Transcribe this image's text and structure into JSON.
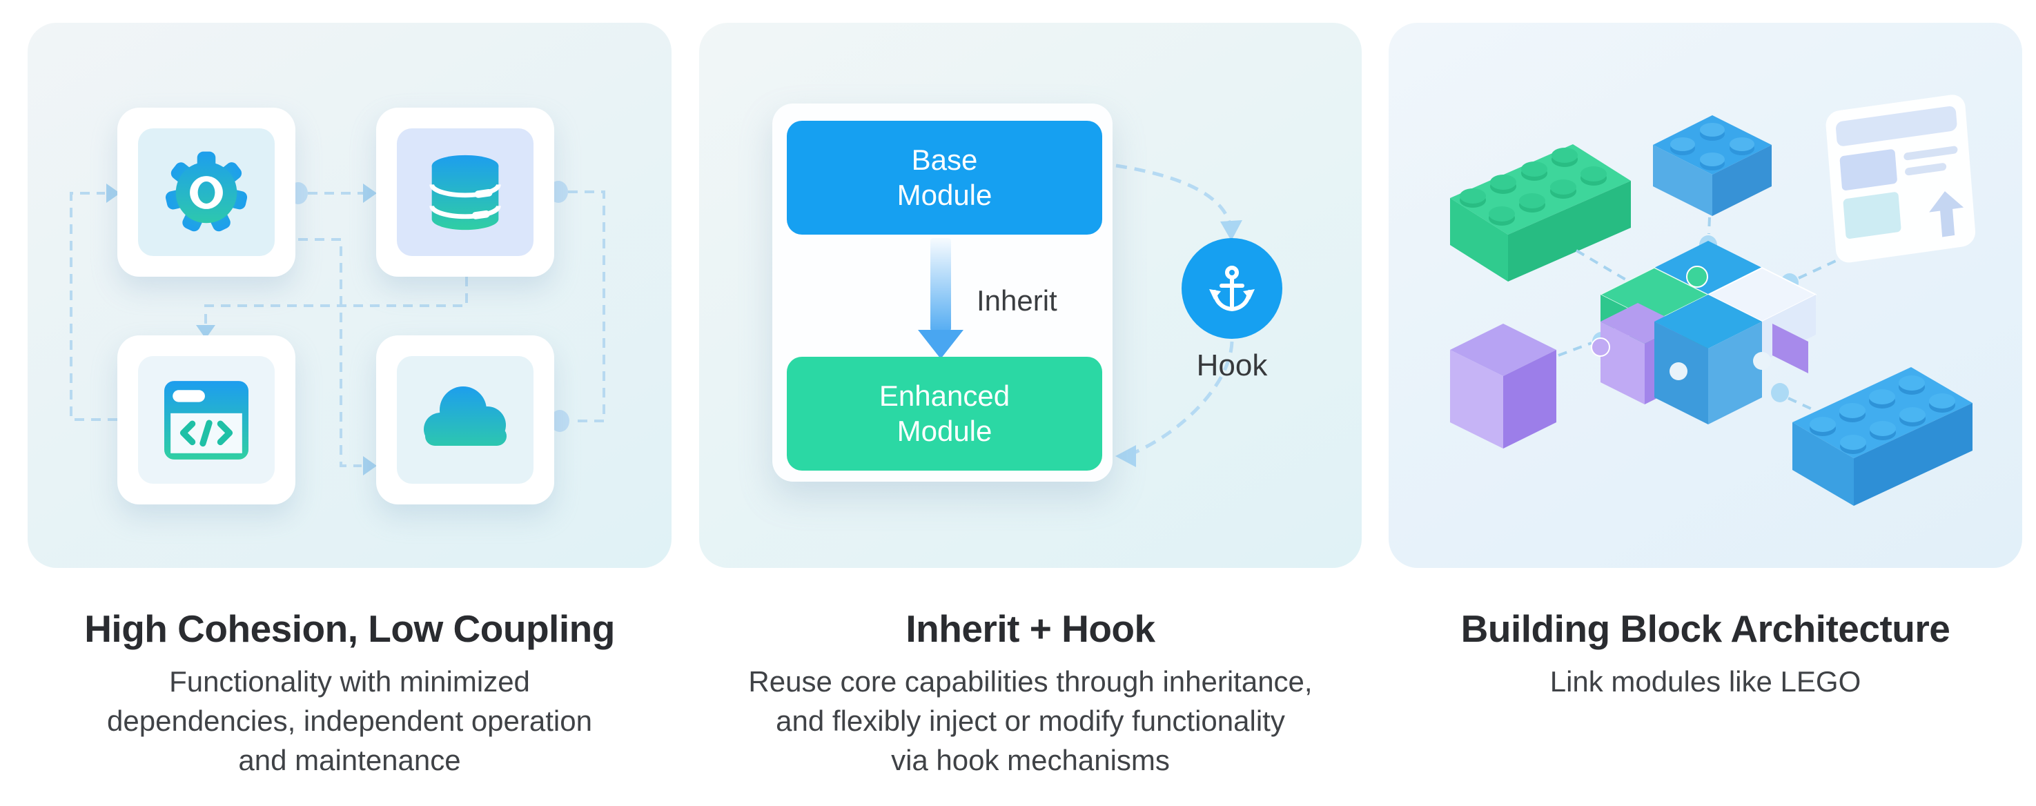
{
  "cards": [
    {
      "id": "high-cohesion",
      "title": "High Cohesion, Low Coupling",
      "description_lines": [
        "Functionality with minimized",
        "dependencies, independent operation",
        "and maintenance"
      ],
      "icons": [
        "gear-icon",
        "database-icon",
        "code-window-icon",
        "cloud-icon"
      ]
    },
    {
      "id": "inherit-hook",
      "title": "Inherit + Hook",
      "description_lines": [
        "Reuse core capabilities through inheritance,",
        "and flexibly inject or modify functionality",
        "via hook mechanisms"
      ],
      "diagram": {
        "base_module": "Base\nModule",
        "enhanced_module": "Enhanced\nModule",
        "inherit_label": "Inherit",
        "hook_label": "Hook"
      }
    },
    {
      "id": "building-block",
      "title": "Building Block Architecture",
      "description_lines": [
        "Link modules like LEGO"
      ]
    }
  ],
  "colors": {
    "accent_blue": "#16a0f1",
    "accent_green": "#2bd8a4",
    "icon_gradient_top": "#1d9def",
    "icon_gradient_bottom": "#30cfa2",
    "dash_blue": "#b5daf3"
  }
}
